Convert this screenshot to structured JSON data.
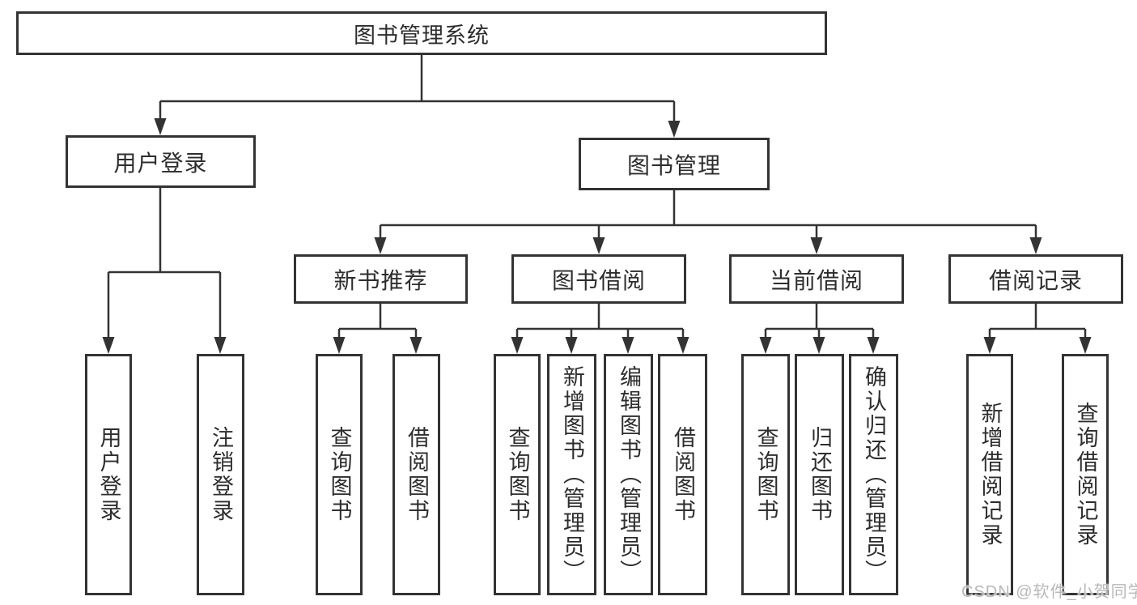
{
  "tree": {
    "label": "图书管理系统",
    "children": [
      {
        "label": "用户登录",
        "children": [
          {
            "label": "用户登录"
          },
          {
            "label": "注销登录"
          }
        ]
      },
      {
        "label": "图书管理",
        "children": [
          {
            "label": "新书推荐",
            "children": [
              {
                "label": "查询图书"
              },
              {
                "label": "借阅图书"
              }
            ]
          },
          {
            "label": "图书借阅",
            "children": [
              {
                "label": "查询图书"
              },
              {
                "label": "新增图书（管理员）"
              },
              {
                "label": "编辑图书（管理员）"
              },
              {
                "label": "借阅图书"
              }
            ]
          },
          {
            "label": "当前借阅",
            "children": [
              {
                "label": "查询图书"
              },
              {
                "label": "归还图书"
              },
              {
                "label": "确认归还（管理员）"
              }
            ]
          },
          {
            "label": "借阅记录",
            "children": [
              {
                "label": "新增借阅记录"
              },
              {
                "label": "查询借阅记录"
              }
            ]
          }
        ]
      }
    ]
  },
  "watermark": {
    "text": "CSDN @软件_小贺同学"
  },
  "colors": {
    "line": "#333333",
    "box_border": "#333333",
    "box_fill": "#ffffff",
    "text": "#2d2d2d",
    "watermark": "#b8b8b8",
    "background": "#ffffff"
  }
}
